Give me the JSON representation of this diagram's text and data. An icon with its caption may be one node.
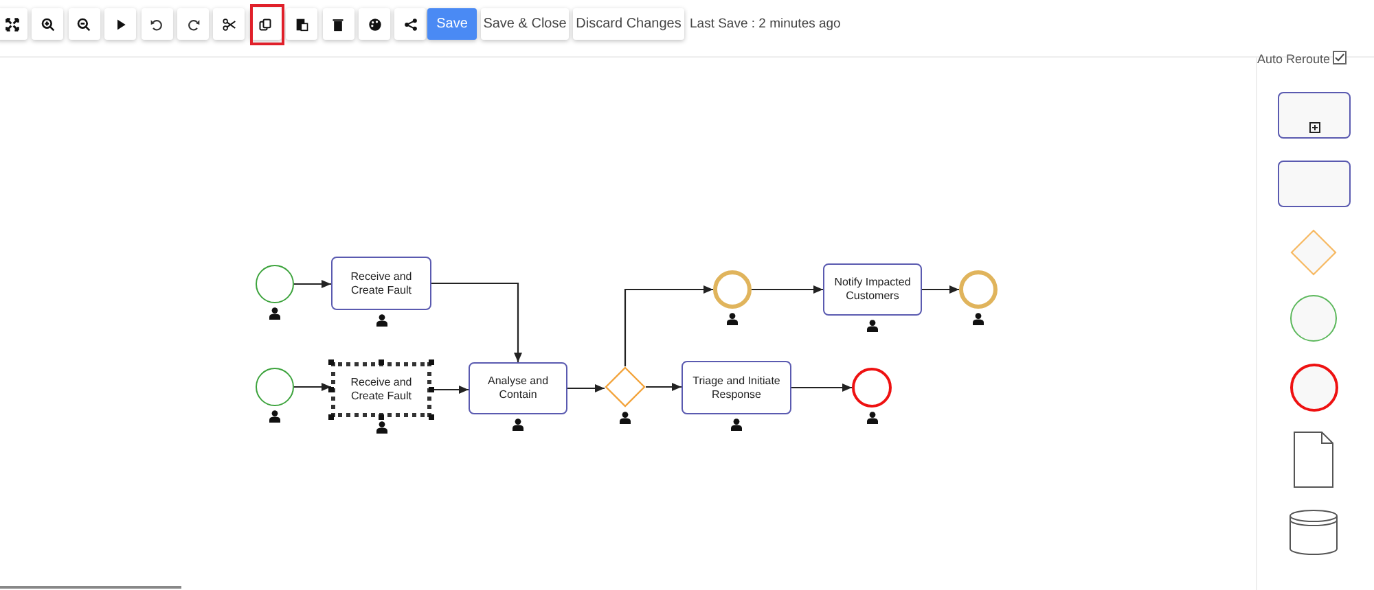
{
  "diagram": {
    "nodes": [
      {
        "text": [],
        "shape": "circle"
      },
      {
        "text": [
          "Receive and Create Fault"
        ]
      },
      {
        "text": [],
        "shape": "circle"
      },
      {
        "text": [
          "Receive and Create Fault"
        ]
      },
      {
        "text": [
          "Analyse and Contain"
        ]
      },
      {
        "text": [],
        "shape": "diamond"
      },
      {
        "text": [],
        "shape": "circle"
      },
      {
        "text": [
          "Notify Impacted Customers"
        ]
      },
      {
        "text": [],
        "shape": "circle"
      },
      {
        "text": [
          "Triage and Initiate Response"
        ]
      },
      {
        "text": [],
        "shape": "circle"
      },
      {
        "text": [],
        "shape": "box"
      },
      {
        "text": [],
        "shape": "box"
      },
      {
        "text": [],
        "shape": "diamond"
      },
      {
        "text": [],
        "shape": "circle"
      },
      {
        "text": [],
        "shape": "circle"
      },
      {
        "text": [],
        "shape": "document"
      },
      {
        "text": [],
        "shape": "cylinder"
      }
    ],
    "edges": [
      {
        "from": 0,
        "to": 1,
        "arrow": "to"
      },
      {
        "from": 1,
        "to": 4,
        "arrow": "to"
      },
      {
        "from": 2,
        "to": 3,
        "arrow": "to"
      },
      {
        "from": 3,
        "to": 4,
        "arrow": "to"
      },
      {
        "from": 4,
        "to": 5,
        "arrow": "to"
      },
      {
        "from": 5,
        "to": 6,
        "arrow": "to"
      },
      {
        "from": 5,
        "to": 9,
        "arrow": "to"
      },
      {
        "from": 6,
        "to": 7,
        "arrow": "to"
      },
      {
        "from": 7,
        "to": 8,
        "arrow": "to"
      },
      {
        "from": 9,
        "to": 10,
        "arrow": "to"
      }
    ],
    "labels": [
      "Save",
      "Save & Close",
      "Discard Changes",
      "Last Save : 2 minutes ago",
      "Auto Reroute"
    ]
  }
}
